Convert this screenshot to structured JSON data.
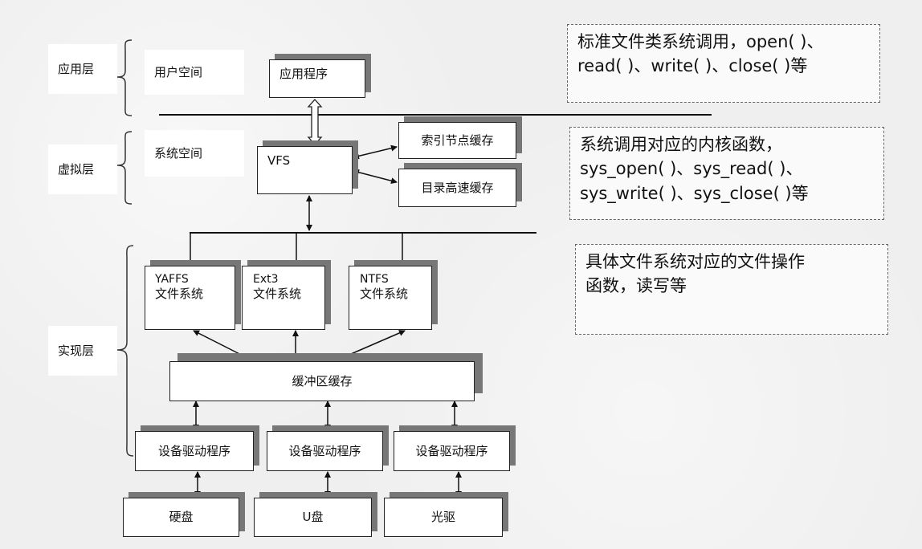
{
  "layers": {
    "app": "应用层",
    "virtual": "虚拟层",
    "impl": "实现层"
  },
  "spaces": {
    "user": "用户空间",
    "system": "系统空间"
  },
  "nodes": {
    "app_program": "应用程序",
    "vfs": "VFS",
    "inode_cache": "索引节点缓存",
    "dir_cache": "目录高速缓存",
    "yaffs_name": "YAFFS",
    "ext3_name": "Ext3",
    "ntfs_name": "NTFS",
    "fs_suffix": "文件系统",
    "buffer_cache": "缓冲区缓存",
    "device_driver": "设备驱动程序",
    "hard_disk": "硬盘",
    "u_disk": "U盘",
    "optical_drive": "光驱"
  },
  "notes": {
    "top": [
      "标准文件类系统调用，open( )、",
      "read( )、write( )、close( )等"
    ],
    "middle": [
      "系统调用对应的内核函数，",
      "sys_open( )、sys_read( )、",
      "sys_write( )、sys_close( )等"
    ],
    "bottom": [
      "具体文件系统对应的文件操作",
      "函数，读写等"
    ]
  }
}
